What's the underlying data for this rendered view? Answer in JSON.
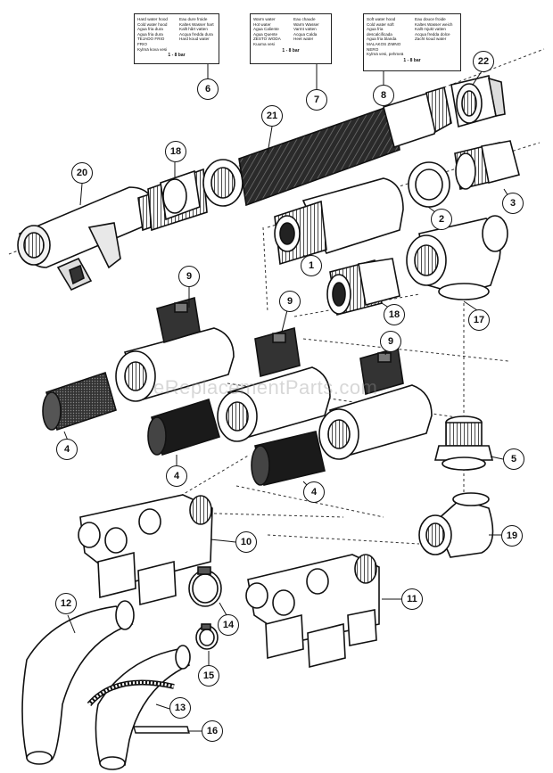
{
  "watermark": "eReplacementParts.com",
  "labels": [
    {
      "id": "6",
      "col_left": [
        "Hard water hood",
        "Cold water hood",
        "Agua fria dura",
        "Agua fria dura",
        "TEJADO FRIO FRIO",
        "Kylmä kova vesi"
      ],
      "col_right": [
        "Eau dure froide",
        "Kaltes Wasser hart",
        "Kallt hårt vatten",
        "Acqua fredda dura",
        "Hard koud water",
        ""
      ],
      "pressure": "1 - 8 bar"
    },
    {
      "id": "7",
      "col_left": [
        "Warm water",
        "Hot water",
        "Agua Caliente",
        "Agua Quente",
        "ZESTO WODA",
        "Kuuma vesi"
      ],
      "col_right": [
        "Eau chaude",
        "Warm Wasser",
        "Varmt vatten",
        "Acqua Calda",
        "Heet water",
        ""
      ],
      "pressure": "1 - 8 bar"
    },
    {
      "id": "8",
      "col_left": [
        "Soft water hood",
        "Cold water soft",
        "Agua fria descalcificada",
        "Agua fria blanda",
        "MALAKOS ZIMNO NERO",
        "Kylmä vesi, pehmeä"
      ],
      "col_right": [
        "Eau douce froide",
        "Kaltes Wasser weich",
        "Kallt mjukt vatten",
        "Acqua fredda dolce",
        "Zacht koud water",
        ""
      ],
      "pressure": "1 - 8 bar"
    }
  ],
  "callouts": [
    "1",
    "2",
    "3",
    "4",
    "4",
    "4",
    "5",
    "6",
    "7",
    "8",
    "9",
    "9",
    "9",
    "10",
    "11",
    "12",
    "13",
    "14",
    "15",
    "16",
    "17",
    "18",
    "18",
    "19",
    "20",
    "21",
    "22"
  ],
  "parts": {
    "nipple_1": "hex-nipple",
    "washer_2": "sealing-washer",
    "nipple_3": "hex-nipple",
    "filter_screen_4": "filter-screen",
    "adapter_5": "threaded-adapter",
    "valve_9": "ball-valve",
    "inlet_valve_10": "triple-inlet-valve",
    "inlet_valve_11": "triple-inlet-valve",
    "hose_12": "hose",
    "hose_13": "hose",
    "clamp_14": "hose-clamp",
    "clamp_15": "hose-clamp",
    "tie_16": "cable-tie",
    "tee_17": "tee-fitting",
    "nipple_18": "hex-nipple",
    "elbow_19": "elbow-fitting",
    "filter_20": "y-strainer",
    "hose_21": "braided-hose",
    "adapter_22": "hex-adapter"
  }
}
